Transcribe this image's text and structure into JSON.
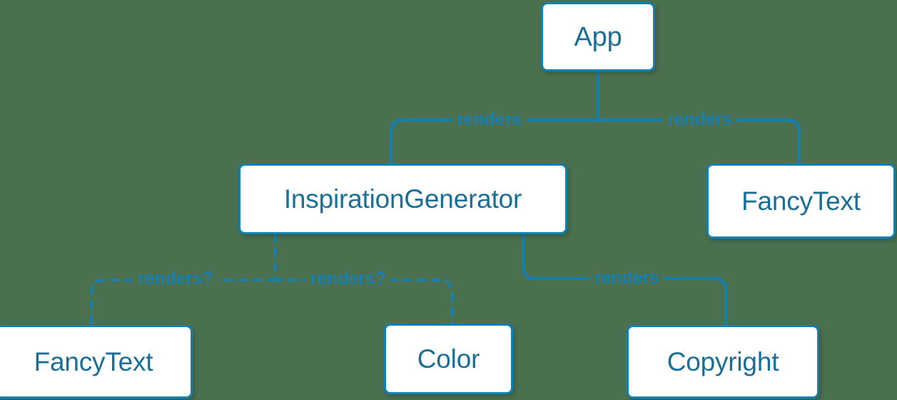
{
  "diagram": {
    "type": "component-tree",
    "background_color": "#4a7050",
    "node_border_color": "#1280b0",
    "node_fill_color": "#ffffff",
    "node_text_color": "#1a6f96",
    "edge_color": "#1280b0",
    "edge_label_color": "#1a7fac",
    "nodes": [
      {
        "id": "app",
        "label": "App"
      },
      {
        "id": "inspiration",
        "label": "InspirationGenerator"
      },
      {
        "id": "fancytext-right",
        "label": "FancyText"
      },
      {
        "id": "fancytext-bottom",
        "label": "FancyText"
      },
      {
        "id": "color",
        "label": "Color"
      },
      {
        "id": "copyright",
        "label": "Copyright"
      }
    ],
    "edges": [
      {
        "id": "app-inspiration",
        "from": "app",
        "to": "inspiration",
        "label": "renders",
        "style": "solid"
      },
      {
        "id": "app-fancytext",
        "from": "app",
        "to": "fancytext-right",
        "label": "renders",
        "style": "solid"
      },
      {
        "id": "inspiration-copyright",
        "from": "inspiration",
        "to": "copyright",
        "label": "renders",
        "style": "solid"
      },
      {
        "id": "inspiration-fancytext",
        "from": "inspiration",
        "to": "fancytext-bottom",
        "label": "renders?",
        "style": "dashed"
      },
      {
        "id": "inspiration-color",
        "from": "inspiration",
        "to": "color",
        "label": "renders?",
        "style": "dashed"
      }
    ]
  }
}
